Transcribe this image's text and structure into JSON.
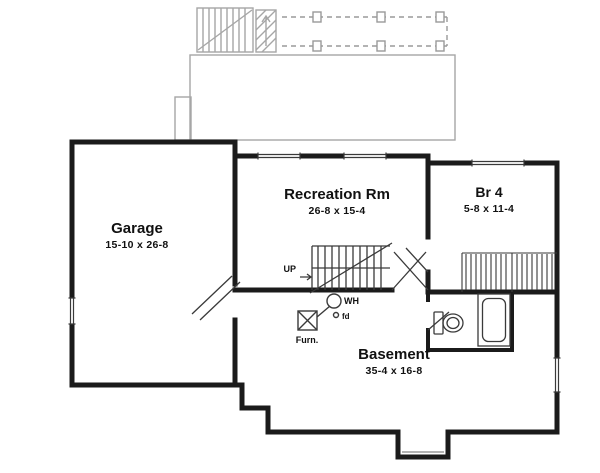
{
  "plan": {
    "rooms": {
      "garage": {
        "name": "Garage",
        "dims": "15-10 x 26-8"
      },
      "recreation": {
        "name": "Recreation Rm",
        "dims": "26-8 x 15-4"
      },
      "br4": {
        "name": "Br 4",
        "dims": "5-8 x 11-4"
      },
      "basement": {
        "name": "Basement",
        "dims": "35-4 x 16-8"
      }
    },
    "annotations": {
      "stairs": "UP",
      "water_heater": "WH",
      "floor_drain": "fd",
      "furnace": "Furn."
    },
    "colors": {
      "wall": "#1b1b1b",
      "thin_line": "#3a3a3a",
      "upper_outline": "#a6a6a6",
      "background": "#ffffff"
    }
  }
}
